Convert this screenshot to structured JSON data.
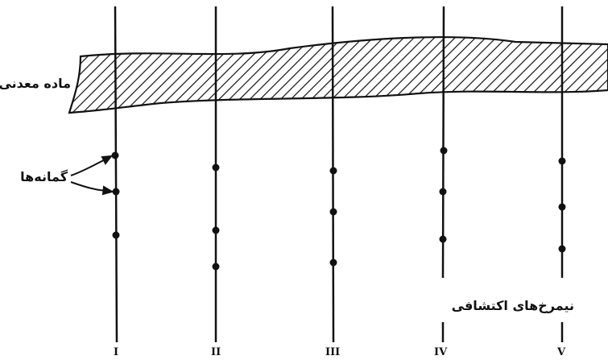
{
  "labels": {
    "ore_body": "ماده معدنی",
    "samples": "گمانه‌ها",
    "profiles": "نیمرخ‌های اکتشافی"
  },
  "profiles": [
    {
      "numeral": "I",
      "samples": 3
    },
    {
      "numeral": "II",
      "samples": 3
    },
    {
      "numeral": "III",
      "samples": 3
    },
    {
      "numeral": "IV",
      "samples": 3
    },
    {
      "numeral": "V",
      "samples": 3
    }
  ],
  "colors": {
    "ink": "#111111",
    "background": "#ffffff"
  }
}
